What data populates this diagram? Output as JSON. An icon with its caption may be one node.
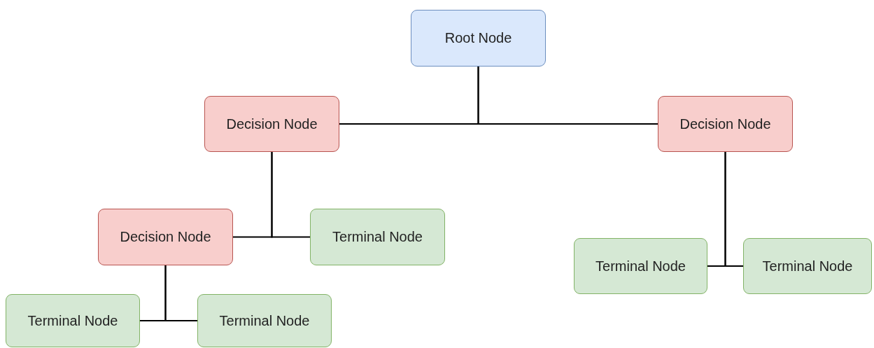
{
  "diagram": {
    "nodes": [
      {
        "text": [
          "Root Node"
        ]
      },
      {
        "text": [
          "Decision Node"
        ]
      },
      {
        "text": [
          "Decision Node"
        ]
      },
      {
        "text": [
          "Decision Node"
        ]
      },
      {
        "text": [
          "Terminal Node"
        ]
      },
      {
        "text": [
          "Terminal Node"
        ]
      },
      {
        "text": [
          "Terminal Node"
        ]
      },
      {
        "text": [
          "Terminal Node"
        ]
      },
      {
        "text": [
          "Terminal Node"
        ]
      }
    ],
    "edges": [
      {
        "from": 0,
        "to": 1,
        "arrow": "none"
      },
      {
        "from": 0,
        "to": 2,
        "arrow": "none"
      },
      {
        "from": 1,
        "to": 3,
        "arrow": "none"
      },
      {
        "from": 1,
        "to": 4,
        "arrow": "none"
      },
      {
        "from": 2,
        "to": 5,
        "arrow": "none"
      },
      {
        "from": 2,
        "to": 6,
        "arrow": "none"
      },
      {
        "from": 3,
        "to": 7,
        "arrow": "none"
      },
      {
        "from": 3,
        "to": 8,
        "arrow": "none"
      }
    ]
  }
}
